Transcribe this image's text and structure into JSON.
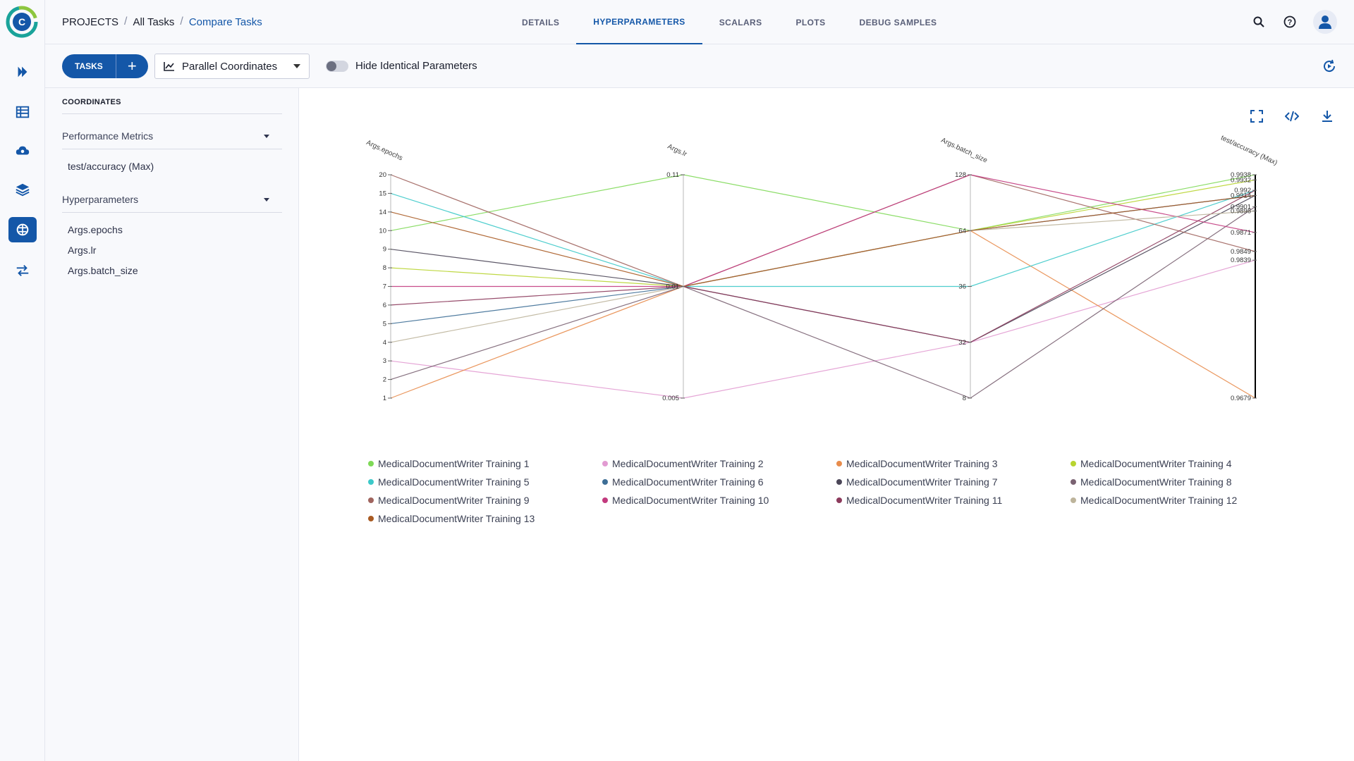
{
  "breadcrumb": {
    "projects": "PROJECTS",
    "all_tasks": "All Tasks",
    "current": "Compare Tasks"
  },
  "tabs": [
    {
      "label": "DETAILS",
      "active": false
    },
    {
      "label": "HYPERPARAMETERS",
      "active": true
    },
    {
      "label": "SCALARS",
      "active": false
    },
    {
      "label": "PLOTS",
      "active": false
    },
    {
      "label": "DEBUG SAMPLES",
      "active": false
    }
  ],
  "toolbar": {
    "tasks_label": "TASKS",
    "add_symbol": "+",
    "view_selected": "Parallel Coordinates",
    "toggle_label": "Hide Identical Parameters"
  },
  "panel": {
    "heading": "COORDINATES",
    "metrics_group": "Performance Metrics",
    "metrics_items": [
      "test/accuracy (Max)"
    ],
    "hyper_group": "Hyperparameters",
    "hyper_items": [
      "Args.epochs",
      "Args.lr",
      "Args.batch_size"
    ]
  },
  "colors": {
    "accent": "#1457a8",
    "axis": "#333333"
  },
  "chart_data": {
    "type": "parallel-coordinates",
    "axes": [
      {
        "name": "Args.epochs",
        "ticks": [
          "1",
          "2",
          "3",
          "4",
          "5",
          "6",
          "7",
          "8",
          "9",
          "10",
          "14",
          "15",
          "20"
        ]
      },
      {
        "name": "Args.lr",
        "ticks": [
          "0.005",
          "0.01",
          "0.11"
        ]
      },
      {
        "name": "Args.batch_size",
        "ticks": [
          "8",
          "32",
          "36",
          "64",
          "128"
        ]
      },
      {
        "name": "test/accuracy (Max)",
        "ticks": [
          "0.9679",
          "0.9839",
          "0.9849",
          "0.9871",
          "0.9896",
          "0.9901",
          "0.9914",
          "0.992",
          "0.9932",
          "0.9938"
        ]
      }
    ],
    "series": [
      {
        "name": "MedicalDocumentWriter Training 1",
        "color": "#7ed957",
        "values": [
          "10",
          "0.11",
          "64",
          "0.9938"
        ]
      },
      {
        "name": "MedicalDocumentWriter Training 2",
        "color": "#e29bd2",
        "values": [
          "3",
          "0.005",
          "32",
          "0.9839"
        ]
      },
      {
        "name": "MedicalDocumentWriter Training 3",
        "color": "#e88c4c",
        "values": [
          "1",
          "0.01",
          "64",
          "0.9679"
        ]
      },
      {
        "name": "MedicalDocumentWriter Training 4",
        "color": "#b8d430",
        "values": [
          "8",
          "0.01",
          "64",
          "0.9932"
        ]
      },
      {
        "name": "MedicalDocumentWriter Training 5",
        "color": "#3cc9c9",
        "values": [
          "15",
          "0.01",
          "36",
          "0.992"
        ]
      },
      {
        "name": "MedicalDocumentWriter Training 6",
        "color": "#3d6e96",
        "values": [
          "5",
          "0.01",
          "64",
          "0.9914"
        ]
      },
      {
        "name": "MedicalDocumentWriter Training 7",
        "color": "#4b4658",
        "values": [
          "9",
          "0.01",
          "32",
          "0.9914"
        ]
      },
      {
        "name": "MedicalDocumentWriter Training 8",
        "color": "#7a6272",
        "values": [
          "2",
          "0.01",
          "8",
          "0.9901"
        ]
      },
      {
        "name": "MedicalDocumentWriter Training 9",
        "color": "#a0645e",
        "values": [
          "20",
          "0.01",
          "128",
          "0.9849"
        ]
      },
      {
        "name": "MedicalDocumentWriter Training 10",
        "color": "#c23a7e",
        "values": [
          "7",
          "0.01",
          "128",
          "0.9871"
        ]
      },
      {
        "name": "MedicalDocumentWriter Training 11",
        "color": "#8c3a5c",
        "values": [
          "6",
          "0.01",
          "32",
          "0.992"
        ]
      },
      {
        "name": "MedicalDocumentWriter Training 12",
        "color": "#bdb49b",
        "values": [
          "4",
          "0.01",
          "64",
          "0.9896"
        ]
      },
      {
        "name": "MedicalDocumentWriter Training 13",
        "color": "#a85a22",
        "values": [
          "14",
          "0.01",
          "64",
          "0.9914"
        ]
      }
    ]
  }
}
